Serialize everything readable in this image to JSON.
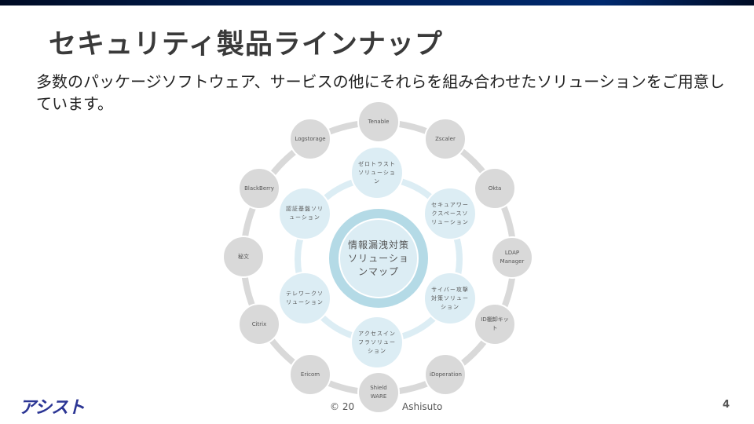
{
  "header": {
    "title": "セキュリティ製品ラインナップ"
  },
  "description": "多数のパッケージソフトウェア、サービスの他にそれらを組み合わせたソリューションをご用意しています。",
  "center": {
    "label": "情報漏洩対策ソリューションマップ"
  },
  "inner": [
    "ゼロトラストソリューション",
    "セキュアワークスペースソリューション",
    "サイバー攻撃対策ソリューション",
    "アクセスインフラソリューション",
    "テレワークソリューション",
    "認証基盤ソリューション"
  ],
  "outer": [
    "Tenable",
    "Zscaler",
    "Okta",
    "LDAP Manager",
    "ID棚卸キット",
    "iDoperation",
    "Shield WARE",
    "Ericom",
    "Citrix",
    "秘文",
    "BlackBerry",
    "Logstorage"
  ],
  "footer": {
    "copyright_a": "© 20",
    "copyright_b": "Ashisuto",
    "logo": "アシスト",
    "page": "4"
  },
  "colors": {
    "outer": "#d9d9d9",
    "inner": "#dcedf4",
    "ring": "#b4dae6",
    "logo": "#2b3594"
  }
}
